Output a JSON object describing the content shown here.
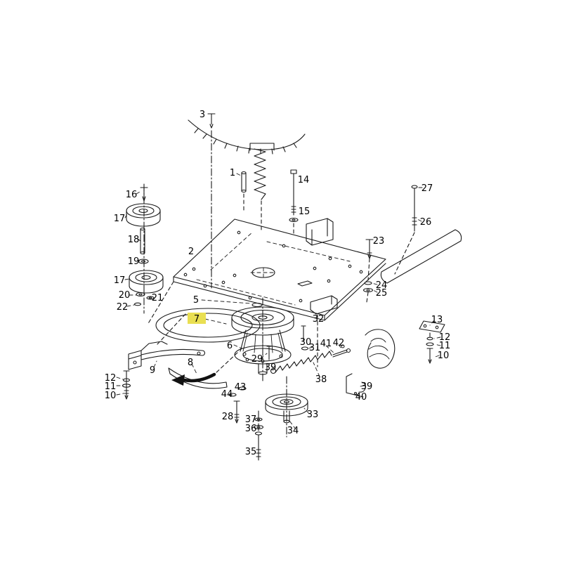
{
  "page": {
    "background_color": "#ffffff"
  },
  "diagram": {
    "kind": "exploded-parts-diagram",
    "description": "mower deck spindle, pulleys and belt exploded view",
    "highlighted_part": "7",
    "highlight_color": "#e9df52",
    "line_color": "#1a1a1a",
    "labels": [
      {
        "text": "3"
      },
      {
        "text": "1"
      },
      {
        "text": "14"
      },
      {
        "text": "15"
      },
      {
        "text": "27"
      },
      {
        "text": "26"
      },
      {
        "text": "16"
      },
      {
        "text": "17"
      },
      {
        "text": "18"
      },
      {
        "text": "19"
      },
      {
        "text": "17"
      },
      {
        "text": "20"
      },
      {
        "text": "21"
      },
      {
        "text": "22"
      },
      {
        "text": "2"
      },
      {
        "text": "23"
      },
      {
        "text": "24"
      },
      {
        "text": "25"
      },
      {
        "text": "5"
      },
      {
        "text": "7"
      },
      {
        "text": "6"
      },
      {
        "text": "32"
      },
      {
        "text": "30"
      },
      {
        "text": "31"
      },
      {
        "text": "41"
      },
      {
        "text": "42"
      },
      {
        "text": "29"
      },
      {
        "text": "39"
      },
      {
        "text": "38"
      },
      {
        "text": "39"
      },
      {
        "text": "40"
      },
      {
        "text": "44"
      },
      {
        "text": "43"
      },
      {
        "text": "28"
      },
      {
        "text": "37"
      },
      {
        "text": "36"
      },
      {
        "text": "33"
      },
      {
        "text": "34"
      },
      {
        "text": "35"
      },
      {
        "text": "9"
      },
      {
        "text": "8"
      },
      {
        "text": "12"
      },
      {
        "text": "11"
      },
      {
        "text": "10"
      },
      {
        "text": "13"
      },
      {
        "text": "12"
      },
      {
        "text": "11"
      },
      {
        "text": "10"
      }
    ]
  }
}
